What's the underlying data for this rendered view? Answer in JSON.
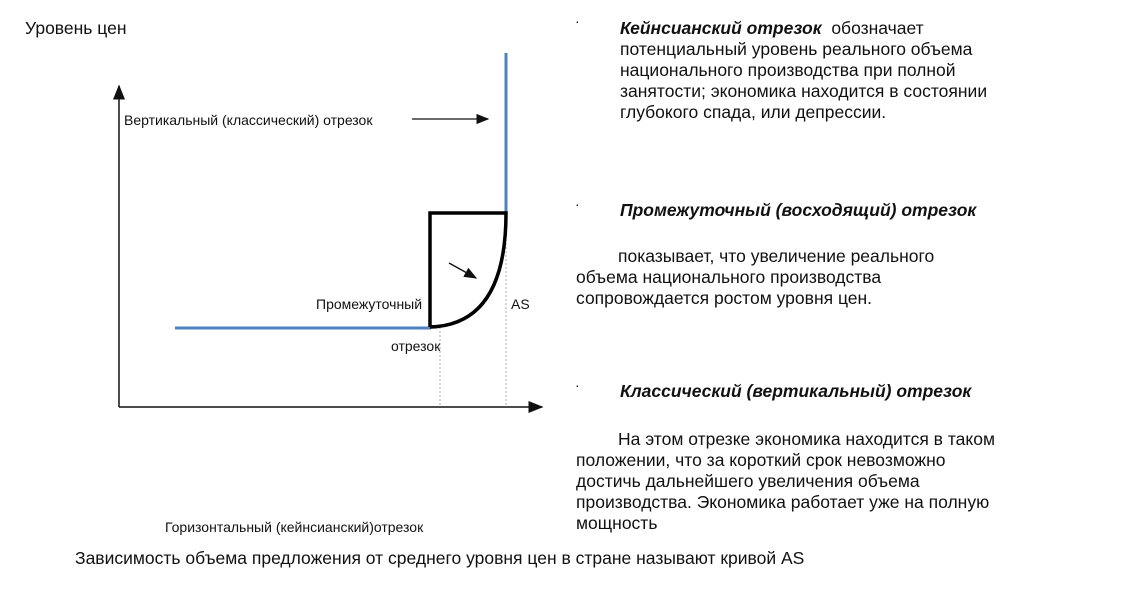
{
  "diagram": {
    "y_axis_label": "Уровень цен",
    "vertical_label": "Вертикальный (классический) отрезок",
    "intermediate_label_1": "Промежуточный",
    "intermediate_label_2": "отрезок",
    "curve_label": "AS",
    "horizontal_label": "Горизонтальный (кейнсианский)отрезок",
    "curve_color": "#4f81bd"
  },
  "caption": "Зависимость объема предложения от среднего уровня цен в стране называют кривой AS",
  "bullets": [
    {
      "marker": "·",
      "title": "Кейнсианский отрезок",
      "lines": [
        "обозначает",
        "потенциальный уровень реального объема",
        "национального производства при полной",
        "занятости; экономика находится в состоянии",
        "глубокого спада, или депрессии."
      ]
    },
    {
      "marker": "·",
      "title": "Промежуточный (восходящий) отрезок",
      "lines": [
        "показывает, что увеличение реального",
        "объема национального производства",
        "сопровождается ростом уровня цен."
      ]
    },
    {
      "marker": "·",
      "title": "Классический (вертикальный) отрезок",
      "lines": [
        "На этом отрезке экономика находится в таком",
        "положении, что за короткий срок невозможно",
        "достичь дальнейшего увеличения объема",
        "производства. Экономика работает уже на полную",
        "мощность"
      ]
    }
  ]
}
